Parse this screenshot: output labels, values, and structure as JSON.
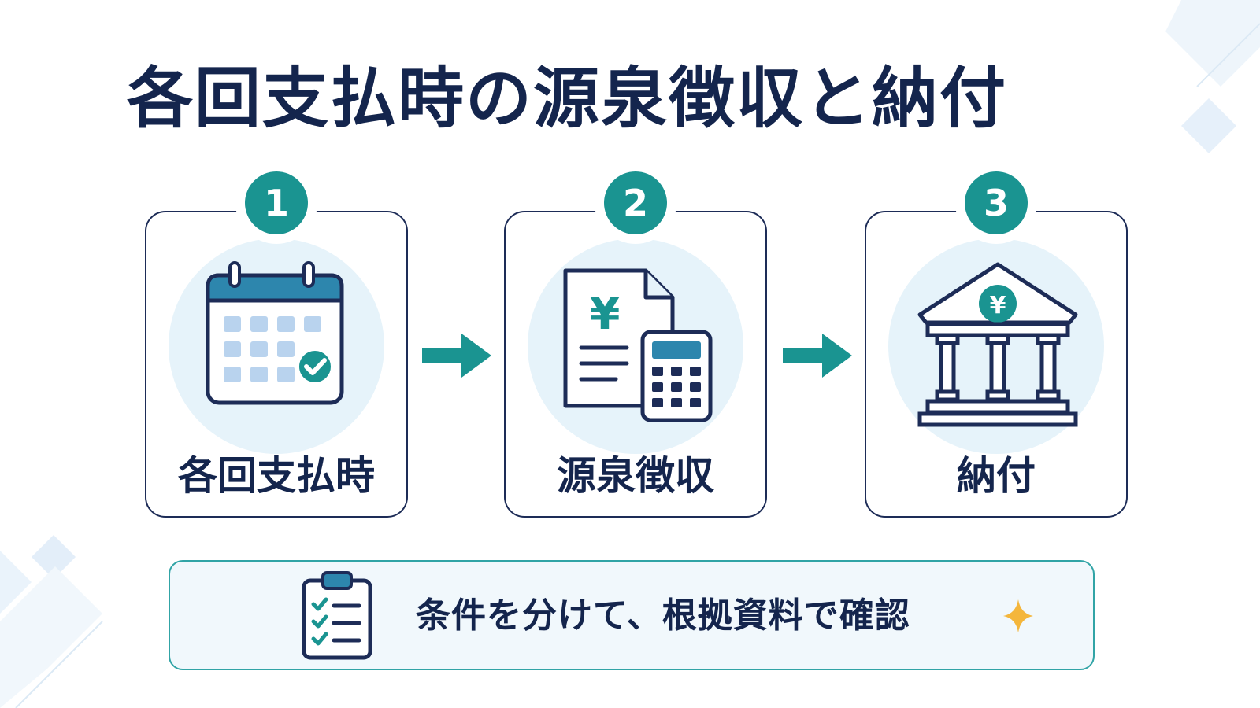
{
  "title": "各回支払時の源泉徴収と納付",
  "steps": [
    {
      "number": "1",
      "label": "各回支払時",
      "icon": "calendar-check-icon"
    },
    {
      "number": "2",
      "label": "源泉徴収",
      "icon": "yen-document-calculator-icon"
    },
    {
      "number": "3",
      "label": "納付",
      "icon": "bank-yen-icon"
    }
  ],
  "note": {
    "text": "条件を分けて、根拠資料で確認",
    "icon": "clipboard-checklist-icon",
    "accent_icon": "sparkle-icon"
  },
  "colors": {
    "navy": "#14254d",
    "teal": "#1a9491",
    "light_blue": "#e6f3fa",
    "sparkle": "#f4b63b"
  }
}
